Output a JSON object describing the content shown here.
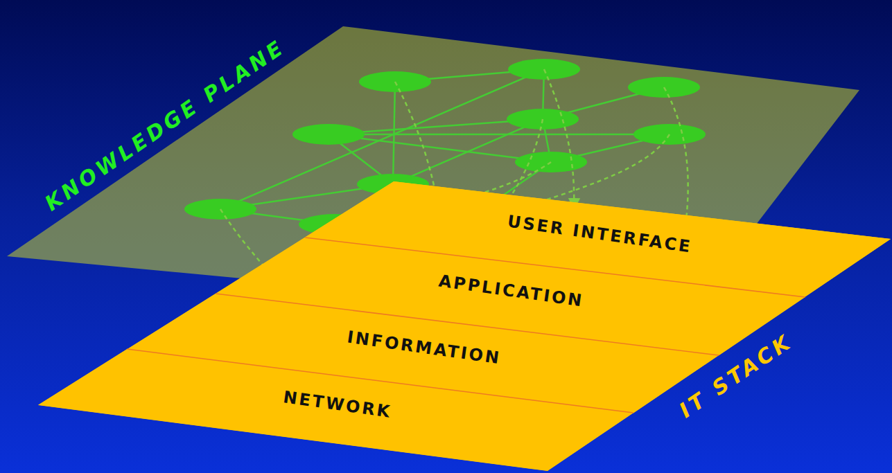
{
  "diagram": {
    "nodes": [
      {
        "text": [
          "KNOWLEDGE PLANE"
        ]
      },
      {
        "text": [
          "IT STACK"
        ]
      },
      {
        "text": [
          "USER INTERFACE"
        ],
        "in": 1
      },
      {
        "text": [
          "APPLICATION"
        ],
        "in": 1
      },
      {
        "text": [
          "INFORMATION"
        ],
        "in": 1
      },
      {
        "text": [
          "NETWORK"
        ],
        "in": 1
      }
    ]
  }
}
